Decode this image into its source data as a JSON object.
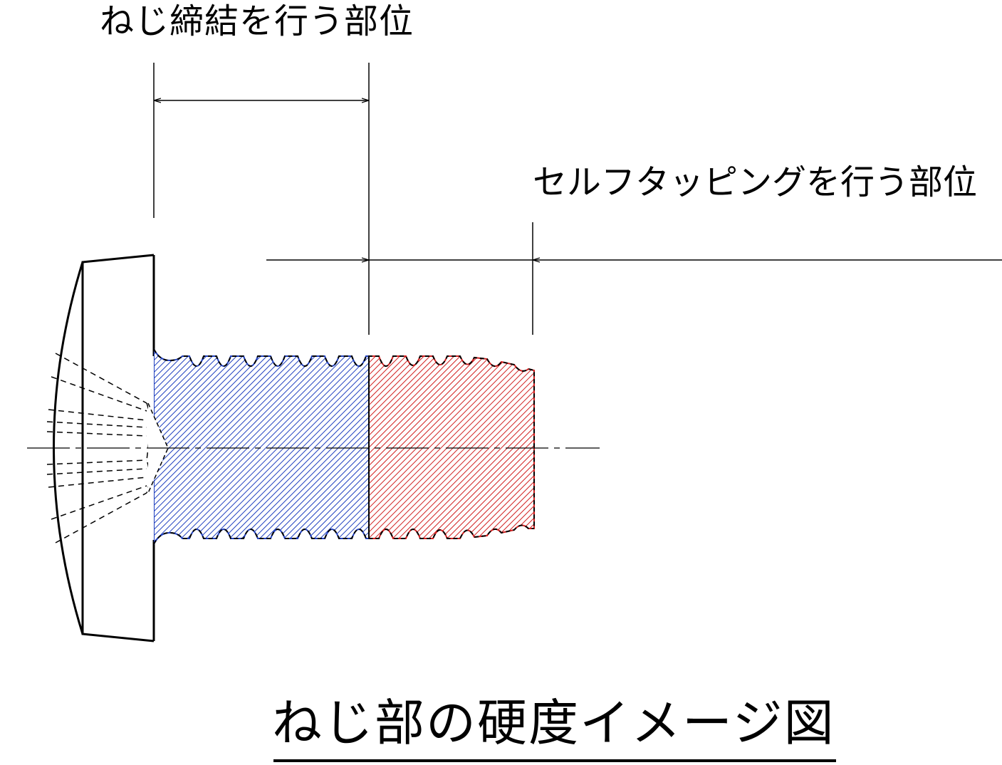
{
  "labels": {
    "fastening_region": "ねじ締結を行う部位",
    "self_tapping_region": "セルフタッピングを行う部位",
    "caption": "ねじ部の硬度イメージ図"
  },
  "colors": {
    "fastening_hatch": "#1f3fbf",
    "tapping_hatch": "#d11f1f",
    "line": "#000000",
    "background": "#ffffff"
  }
}
